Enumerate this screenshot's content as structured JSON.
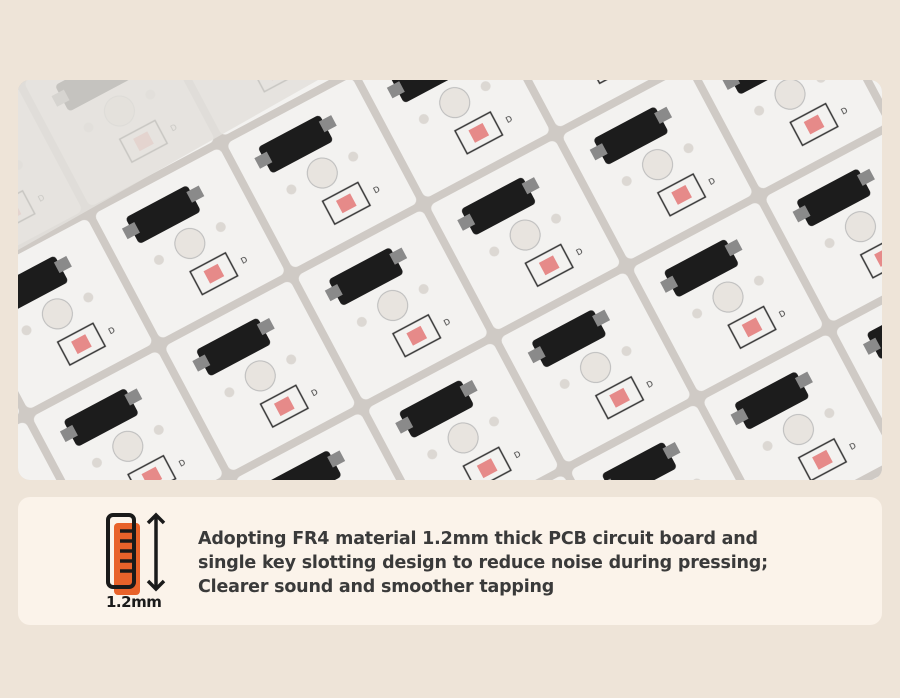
{
  "photo": {
    "subject": "pcb-with-hotswap-sockets"
  },
  "feature": {
    "icon": "pcb-thickness-icon",
    "thickness_label": "1.2mm",
    "lines": [
      "Adopting FR4 material 1.2mm thick PCB circuit board and",
      "single key slotting design to reduce noise during pressing;",
      "Clearer sound and smoother tapping"
    ],
    "accent_color": "#e8622a"
  }
}
